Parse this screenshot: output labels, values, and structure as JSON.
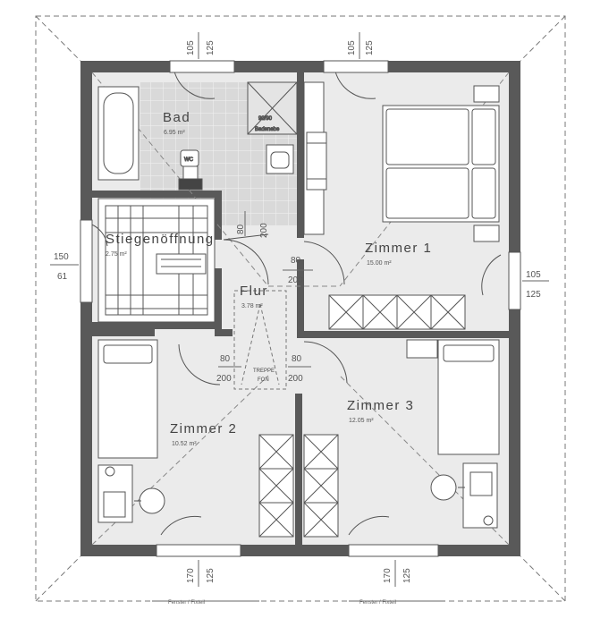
{
  "rooms": {
    "bad": {
      "name": "Bad",
      "area": "6.95 m²"
    },
    "stair": {
      "name": "Stiegenöffnung",
      "area": "2.75 m²"
    },
    "flur": {
      "name": "Flur",
      "area": "3.78 m²"
    },
    "zimmer1": {
      "name": "Zimmer 1",
      "area": "15.00 m²"
    },
    "zimmer2": {
      "name": "Zimmer 2",
      "area": "10.52 m²"
    },
    "zimmer3": {
      "name": "Zimmer 3",
      "area": "12.05 m²"
    }
  },
  "fixtures": {
    "wc": "WC",
    "shower": "90/90",
    "shower_sub": "Badenebe",
    "stair_note": "TREPPE",
    "stair_note2": "FON"
  },
  "windows": {
    "top_left": {
      "width": "105",
      "height": "125"
    },
    "top_right": {
      "width": "105",
      "height": "125"
    },
    "left": {
      "width": "150",
      "height": "61"
    },
    "right": {
      "width": "105",
      "height": "125"
    },
    "bottom_left": {
      "width": "170",
      "height": "125"
    },
    "bottom_right": {
      "width": "170",
      "height": "125"
    }
  },
  "doors": {
    "bad": {
      "width": "80",
      "height": "200"
    },
    "zimmer1": {
      "width": "80",
      "height": "200"
    },
    "zimmer2": {
      "width": "80",
      "height": "200"
    },
    "zimmer3": {
      "width": "80",
      "height": "200"
    }
  },
  "footer": {
    "left": "Fenster / Fixteil",
    "right": "Fenster / Fixteil"
  },
  "colors": {
    "wall": "#595959",
    "floor": "#ebebeb",
    "line": "#333333"
  }
}
